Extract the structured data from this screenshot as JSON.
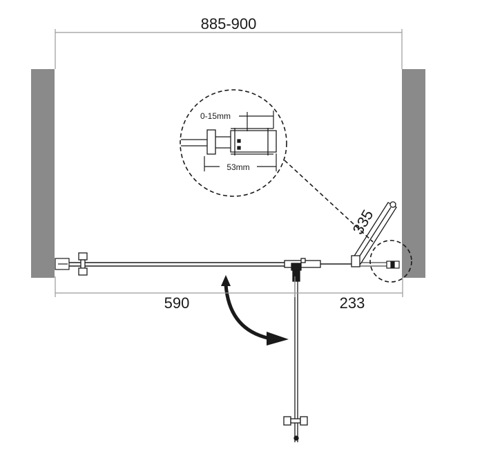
{
  "dimensions": {
    "overall_width": "885-900",
    "left_panel_width": "590",
    "right_panel_width": "233",
    "side_panel_length": "335"
  },
  "detail": {
    "adjustment_label": "0-15mm",
    "profile_width_label": "53mm"
  },
  "colors": {
    "wall": "#8a8a8a",
    "line": "#1a1a1a",
    "dim_line": "#9a9a9a"
  }
}
